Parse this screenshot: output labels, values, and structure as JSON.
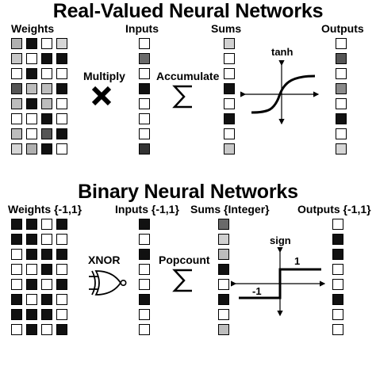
{
  "real": {
    "title": "Real-Valued Neural Networks",
    "labels": {
      "weights": "Weights",
      "inputs": "Inputs",
      "sums": "Sums",
      "outputs": "Outputs"
    },
    "op1": "Multiply",
    "op2": "Accumulate",
    "activation": "tanh",
    "weights": [
      [
        "#b0b0b0",
        "#111111",
        "#ffffff",
        "#d6d6d6"
      ],
      [
        "#c8c8c8",
        "#ffffff",
        "#111111",
        "#111111"
      ],
      [
        "#ffffff",
        "#111111",
        "#ffffff",
        "#ffffff"
      ],
      [
        "#555555",
        "#bdbdbd",
        "#bdbdbd",
        "#111111"
      ],
      [
        "#bdbdbd",
        "#111111",
        "#bdbdbd",
        "#ffffff"
      ],
      [
        "#ffffff",
        "#ffffff",
        "#111111",
        "#ffffff"
      ],
      [
        "#bdbdbd",
        "#ffffff",
        "#555555",
        "#111111"
      ],
      [
        "#d6d6d6",
        "#b0b0b0",
        "#111111",
        "#ffffff"
      ]
    ],
    "inputs": [
      "#ffffff",
      "#6a6a6a",
      "#ffffff",
      "#111111",
      "#ffffff",
      "#ffffff",
      "#ffffff",
      "#333333"
    ],
    "sums": [
      "#d0d0d0",
      "#ffffff",
      "#ffffff",
      "#111111",
      "#ffffff",
      "#111111",
      "#ffffff",
      "#c8c8c8"
    ],
    "outputs": [
      "#ffffff",
      "#555555",
      "#ffffff",
      "#8a8a8a",
      "#ffffff",
      "#111111",
      "#ffffff",
      "#d6d6d6"
    ]
  },
  "binary": {
    "title": "Binary Neural Networks",
    "labels": {
      "weights": "Weights {-1,1}",
      "inputs": "Inputs {-1,1}",
      "sums": "Sums {Integer}",
      "outputs": "Outputs {-1,1}"
    },
    "op1": "XNOR",
    "op2": "Popcount",
    "activation": "sign",
    "sign_pos": "1",
    "sign_neg": "-1",
    "weights": [
      [
        "#111111",
        "#111111",
        "#ffffff",
        "#111111"
      ],
      [
        "#111111",
        "#111111",
        "#ffffff",
        "#ffffff"
      ],
      [
        "#ffffff",
        "#111111",
        "#111111",
        "#111111"
      ],
      [
        "#ffffff",
        "#ffffff",
        "#111111",
        "#ffffff"
      ],
      [
        "#ffffff",
        "#111111",
        "#ffffff",
        "#111111"
      ],
      [
        "#111111",
        "#ffffff",
        "#111111",
        "#ffffff"
      ],
      [
        "#111111",
        "#111111",
        "#111111",
        "#ffffff"
      ],
      [
        "#ffffff",
        "#111111",
        "#ffffff",
        "#111111"
      ]
    ],
    "inputs": [
      "#111111",
      "#ffffff",
      "#111111",
      "#ffffff",
      "#ffffff",
      "#111111",
      "#ffffff",
      "#ffffff"
    ],
    "sums": [
      "#6a6a6a",
      "#d0d0d0",
      "#bdbdbd",
      "#111111",
      "#ffffff",
      "#111111",
      "#ffffff",
      "#bdbdbd"
    ],
    "outputs": [
      "#ffffff",
      "#111111",
      "#111111",
      "#ffffff",
      "#ffffff",
      "#111111",
      "#ffffff",
      "#ffffff"
    ]
  }
}
